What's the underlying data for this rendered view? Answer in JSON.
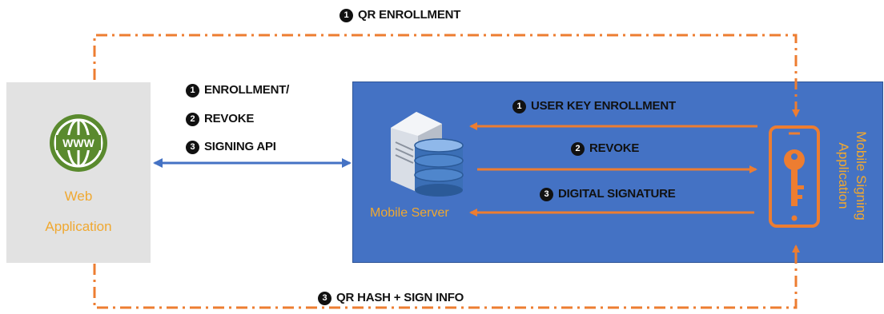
{
  "colors": {
    "orange": "#ed7d31",
    "blue_arrow": "#4472c4",
    "server_panel": "#4472c4",
    "webapp_panel": "#e2e2e2",
    "label_orange": "#f0a830",
    "globe_green": "#5a8a2e"
  },
  "labels": {
    "qr_enrollment": {
      "num": "1",
      "text": "QR ENROLLMENT"
    },
    "api_enrollment": {
      "num": "1",
      "text": "ENROLLMENT/"
    },
    "api_revoke": {
      "num": "2",
      "text": "REVOKE"
    },
    "api_signing": {
      "num": "3",
      "text": "SIGNING API"
    },
    "user_key_enrollment": {
      "num": "1",
      "text": "USER  KEY ENROLLMENT"
    },
    "revoke": {
      "num": "2",
      "text": "REVOKE"
    },
    "digital_signature": {
      "num": "3",
      "text": "DIGITAL SIGNATURE"
    },
    "qr_hash": {
      "num": "3",
      "text": "QR HASH + SIGN INFO"
    }
  },
  "nodes": {
    "web_app_line1": "Web",
    "web_app_line2": "Application",
    "globe_text": "WWW",
    "mobile_server": "Mobile Server",
    "mobile_signing_line1": "Mobile Signing",
    "mobile_signing_line2": "Application"
  },
  "icons": {
    "web": "globe-icon",
    "server": "server-database-icon",
    "phone": "phone-key-icon"
  }
}
